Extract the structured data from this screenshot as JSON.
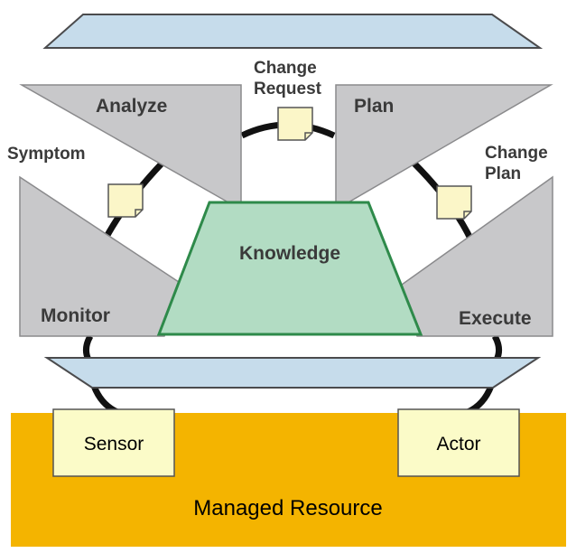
{
  "diagram": {
    "phases": {
      "analyze": "Analyze",
      "plan": "Plan",
      "monitor": "Monitor",
      "execute": "Execute"
    },
    "knowledge": "Knowledge",
    "artifacts": {
      "symptom": "Symptom",
      "change_request_line1": "Change",
      "change_request_line2": "Request",
      "change_plan_line1": "Change",
      "change_plan_line2": "Plan"
    },
    "touchpoints": {
      "sensor": "Sensor",
      "actor": "Actor"
    },
    "managed_resource": "Managed Resource"
  },
  "colors": {
    "panel_gray": "#c8c8ca",
    "panel_stroke": "#8a8a8c",
    "bar_blue": "#c6dceb",
    "bar_stroke": "#4b4b4d",
    "knowledge_fill": "#b2dcc3",
    "knowledge_stroke": "#2e8a4a",
    "resource_orange": "#f4b400",
    "box_fill": "#fbfbc8",
    "doc_fill": "#fbf6c8"
  }
}
